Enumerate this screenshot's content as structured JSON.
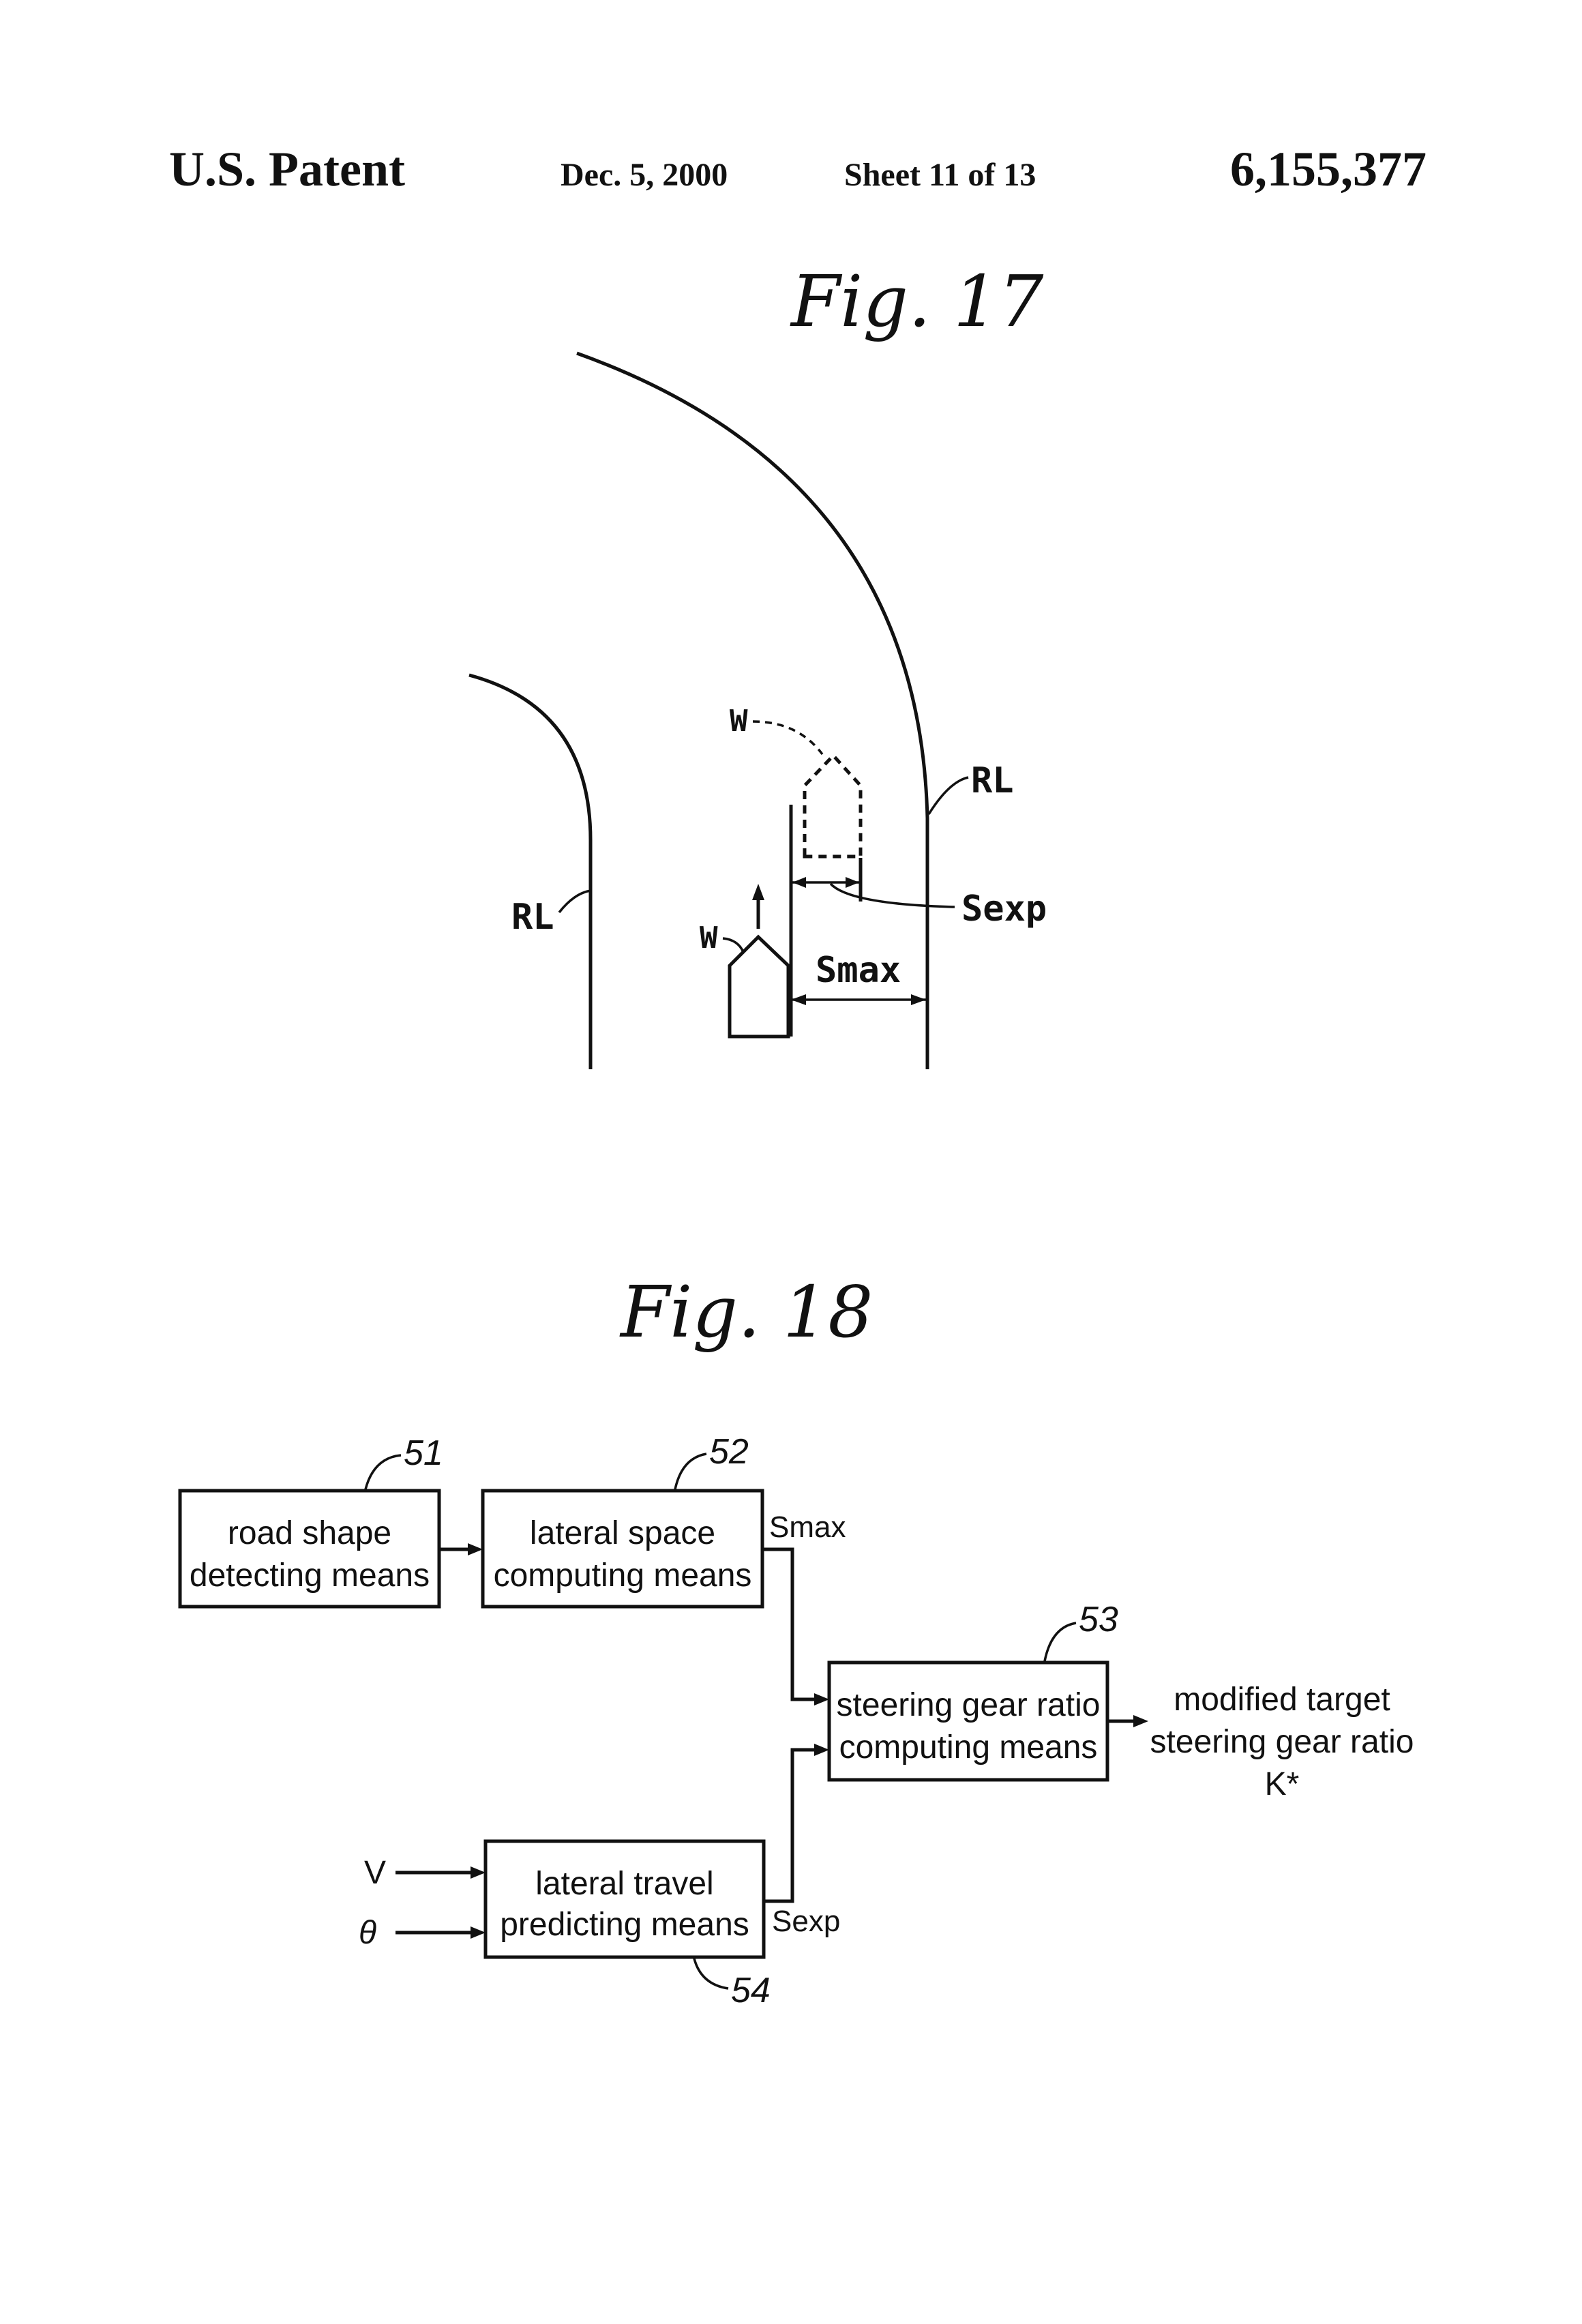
{
  "header": {
    "left": "U.S. Patent",
    "date": "Dec. 5, 2000",
    "sheet": "Sheet 11 of 13",
    "patent_number": "6,155,377"
  },
  "fig17": {
    "title": "Fig. 17",
    "labels": {
      "w_dashed": "W",
      "w_solid": "W",
      "rl_left": "RL",
      "rl_right": "RL",
      "sexp": "Sexp",
      "smax": "Smax"
    }
  },
  "fig18": {
    "title": "Fig. 18",
    "blocks": [
      {
        "ref": "51",
        "line1": "road shape",
        "line2": "detecting means"
      },
      {
        "ref": "52",
        "line1": "lateral space",
        "line2": "computing means"
      },
      {
        "ref": "53",
        "line1": "steering gear ratio",
        "line2": "computing means"
      },
      {
        "ref": "54",
        "line1": "lateral travel",
        "line2": "predicting means"
      }
    ],
    "signals": {
      "smax": "Smax",
      "sexp": "Sexp",
      "v": "V",
      "theta": "θ"
    },
    "output": {
      "line1": "modified target",
      "line2": "steering gear ratio",
      "line3": "K*"
    }
  }
}
